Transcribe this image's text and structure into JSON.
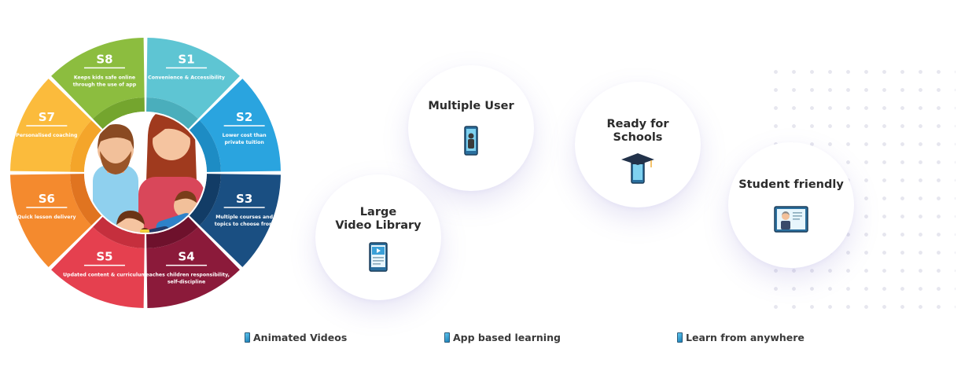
{
  "wheel": {
    "segments": [
      {
        "id": "s1",
        "num": "S1",
        "text": "Convenience & Accessibility",
        "color": "#5ec5d3",
        "inner": "#4aaebc"
      },
      {
        "id": "s2",
        "num": "S2",
        "text": "Lower cost than\nprivate tuition",
        "color": "#2aa4df",
        "inner": "#1d8cc4"
      },
      {
        "id": "s3",
        "num": "S3",
        "text": "Multiple courses and\ntopics to choose from",
        "color": "#1a4f82",
        "inner": "#123c66"
      },
      {
        "id": "s4",
        "num": "S4",
        "text": "Teaches children responsibility,\nself-discipline",
        "color": "#8b1a3a",
        "inner": "#6e112c"
      },
      {
        "id": "s5",
        "num": "S5",
        "text": "Updated content & curriculum",
        "color": "#e5404f",
        "inner": "#c52f3d"
      },
      {
        "id": "s6",
        "num": "S6",
        "text": "Quick lesson delivery",
        "color": "#f48a2e",
        "inner": "#e07420"
      },
      {
        "id": "s7",
        "num": "S7",
        "text": "Personalised coaching",
        "color": "#fbbb3c",
        "inner": "#f4a52a"
      },
      {
        "id": "s8",
        "num": "S8",
        "text": "Keeps kids safe online\nthrough the use of app",
        "color": "#8cbd3f",
        "inner": "#74a52e"
      }
    ]
  },
  "bubbles": {
    "multiple_user": "Multiple User",
    "large_video": "Large\nVideo Library",
    "ready_schools": "Ready for\nSchools",
    "student_friendly": "Student friendly"
  },
  "icons": {
    "multiple_user": "tablet-user-icon",
    "large_video": "tablet-video-icon",
    "ready_schools": "tablet-graduation-cap-icon",
    "student_friendly": "teacher-board-icon"
  },
  "legend": {
    "animated_videos": "Animated Videos",
    "app_based": "App based learning",
    "learn_anywhere": "Learn from anywhere"
  }
}
